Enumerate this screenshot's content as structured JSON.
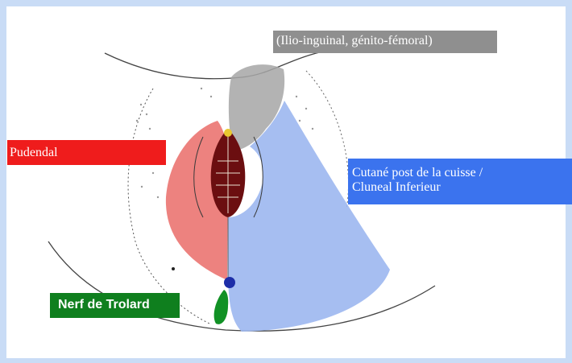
{
  "labels": {
    "ilio": "(Ilio-inguinal, génito-fémoral)",
    "pudendal": "Pudendal",
    "cutane_line1": "Cutané post de la cuisse /",
    "cutane_line2": "Cluneal Inferieur",
    "trolard": "Nerf de Trolard"
  },
  "colors": {
    "background": "#c9dcf6",
    "ilio": "#8f8f8f",
    "pudendal": "#ef1c1c",
    "cutane": "#3b73ee",
    "trolard": "#0f7f1e"
  }
}
